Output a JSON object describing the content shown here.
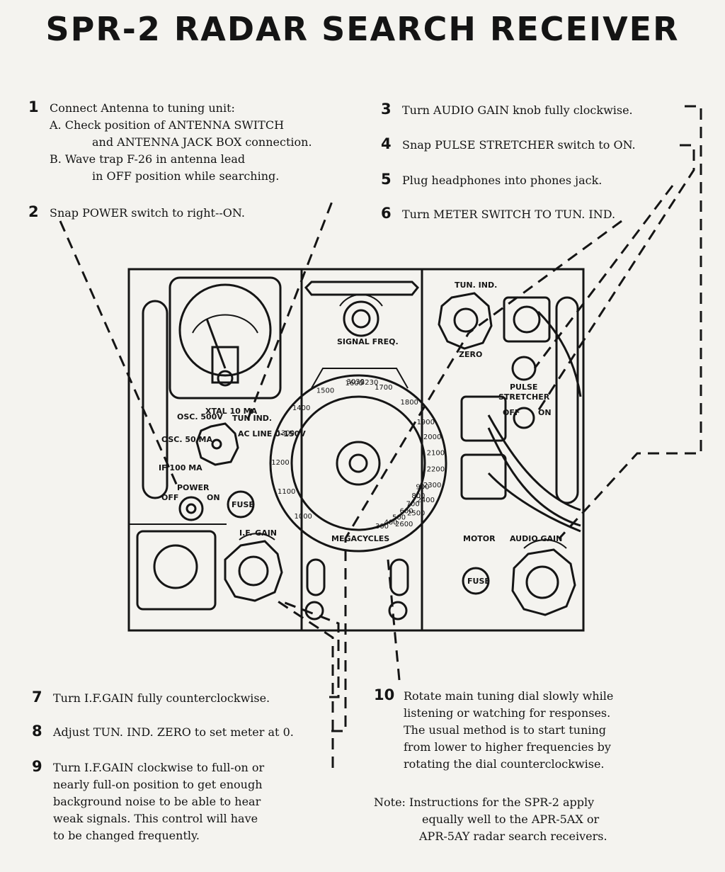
{
  "title": "SPR-2 RADAR SEARCH RECEIVER",
  "steps": {
    "s1": {
      "num": "1",
      "line1": "Connect Antenna to tuning unit:",
      "line2": "A. Check position of ANTENNA SWITCH",
      "line3": "and ANTENNA JACK BOX connection.",
      "line4": "B. Wave trap F-26 in antenna lead",
      "line5": "in OFF position while searching."
    },
    "s2": {
      "num": "2",
      "text": "Snap POWER switch to right--ON."
    },
    "s3": {
      "num": "3",
      "text": "Turn AUDIO GAIN knob fully clockwise."
    },
    "s4": {
      "num": "4",
      "text": "Snap PULSE STRETCHER switch to ON."
    },
    "s5": {
      "num": "5",
      "text": "Plug headphones into phones jack."
    },
    "s6": {
      "num": "6",
      "text": "Turn METER SWITCH TO TUN. IND."
    },
    "s7": {
      "num": "7",
      "text": "Turn I.F.GAIN fully counterclockwise."
    },
    "s8": {
      "num": "8",
      "text": "Adjust TUN. IND. ZERO to set meter at 0."
    },
    "s9": {
      "num": "9",
      "line1": "Turn I.F.GAIN clockwise to full-on or",
      "line2": "nearly full-on position to get enough",
      "line3": "background noise to be able to hear",
      "line4": "weak signals. This control will have",
      "line5": "to be changed frequently."
    },
    "s10": {
      "num": "10",
      "line1": "Rotate main tuning dial slowly while",
      "line2": "listening or watching for responses.",
      "line3": "The usual method is to start tuning",
      "line4": "from lower to higher frequencies by",
      "line5": "rotating the dial counterclockwise."
    }
  },
  "note": {
    "line1": "Note: Instructions for the SPR-2 apply",
    "line2": "equally well to the APR-5AX or",
    "line3": "APR-5AY radar search receivers."
  },
  "panel": {
    "tun_ind": "TUN. IND.",
    "zero": "ZERO",
    "signal_freq": "SIGNAL FREQ.",
    "pulse": "PULSE",
    "stretcher": "STRETCHER",
    "off": "OFF",
    "on": "ON",
    "osc500": "OSC. 500V",
    "xtal": "XTAL 10 MA",
    "tun_ind_sel": "TUN IND.",
    "ac_line": "AC LINE 0-150V",
    "osc50": "OSC. 50 MA",
    "if100": "IF 100 MA",
    "power": "POWER",
    "power_off": "OFF",
    "power_on": "ON",
    "fuse": "FUSE",
    "if_gain": "I.F. GAIN",
    "motor": "MOTOR",
    "audio_gain": "AUDIO GAIN",
    "megacycles": "MEGACYCLES",
    "dial_ticks": [
      "1000",
      "1100",
      "1200",
      "1300",
      "1400",
      "1500",
      "1600",
      "1700",
      "1800"
    ],
    "dial_ticks_outer": [
      "1900",
      "2000",
      "2100",
      "2200",
      "2300",
      "2400",
      "2500",
      "2600"
    ],
    "dial_high": [
      "3030",
      "3230"
    ],
    "dial_inner": [
      "300",
      "400",
      "500",
      "600",
      "700",
      "800",
      "900"
    ]
  }
}
